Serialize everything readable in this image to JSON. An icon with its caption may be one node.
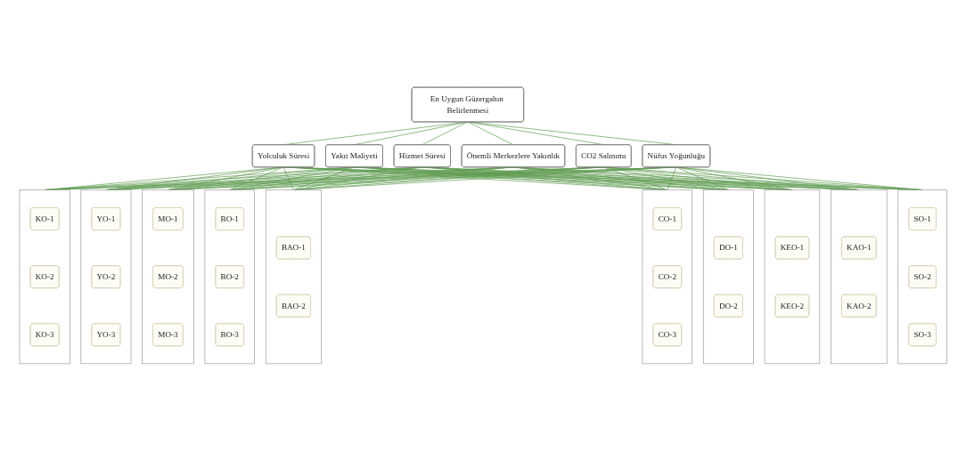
{
  "diagram": {
    "nodes": [
      {
        "text": [
          "En Uygun Güzergahın Belirlenmesi"
        ]
      },
      {
        "text": [
          "Yolculuk Süresi"
        ]
      },
      {
        "text": [
          "Yakıt Maliyeti"
        ]
      },
      {
        "text": [
          "Hizmet Süresi"
        ]
      },
      {
        "text": [
          "Önemli Merkezlere Yakınlık"
        ]
      },
      {
        "text": [
          "CO2 Salınımı"
        ]
      },
      {
        "text": [
          "Nüfus Yoğunluğu"
        ]
      },
      {
        "text": [],
        "shape": "box"
      },
      {
        "text": [
          "KO-1"
        ],
        "in": 7
      },
      {
        "text": [
          "KO-2"
        ],
        "in": 7
      },
      {
        "text": [
          "KO-3"
        ],
        "in": 7
      },
      {
        "text": [],
        "shape": "box"
      },
      {
        "text": [
          "YO-1"
        ],
        "in": 11
      },
      {
        "text": [
          "YO-2"
        ],
        "in": 11
      },
      {
        "text": [
          "YO-3"
        ],
        "in": 11
      },
      {
        "text": [],
        "shape": "box"
      },
      {
        "text": [
          "MO-1"
        ],
        "in": 15
      },
      {
        "text": [
          "MO-2"
        ],
        "in": 15
      },
      {
        "text": [
          "MO-3"
        ],
        "in": 15
      },
      {
        "text": [],
        "shape": "box"
      },
      {
        "text": [
          "BO-1"
        ],
        "in": 19
      },
      {
        "text": [
          "BO-2"
        ],
        "in": 19
      },
      {
        "text": [
          "BO-3"
        ],
        "in": 19
      },
      {
        "text": [],
        "shape": "box"
      },
      {
        "text": [
          "BAO-1"
        ],
        "in": 23
      },
      {
        "text": [
          "BAO-2"
        ],
        "in": 23
      },
      {
        "text": [],
        "shape": "box"
      },
      {
        "text": [
          "CO-1"
        ],
        "in": 26
      },
      {
        "text": [
          "CO-2"
        ],
        "in": 26
      },
      {
        "text": [
          "CO-3"
        ],
        "in": 26
      },
      {
        "text": [],
        "shape": "box"
      },
      {
        "text": [
          "DO-1"
        ],
        "in": 30
      },
      {
        "text": [
          "DO-2"
        ],
        "in": 30
      },
      {
        "text": [],
        "shape": "box"
      },
      {
        "text": [
          "KEO-1"
        ],
        "in": 33
      },
      {
        "text": [
          "KEO-2"
        ],
        "in": 33
      },
      {
        "text": [],
        "shape": "box"
      },
      {
        "text": [
          "KAO-1"
        ],
        "in": 36
      },
      {
        "text": [
          "KAO-2"
        ],
        "in": 36
      },
      {
        "text": [],
        "shape": "box"
      },
      {
        "text": [
          "SO-1"
        ],
        "in": 39
      },
      {
        "text": [
          "SO-2"
        ],
        "in": 39
      },
      {
        "text": [
          "SO-3"
        ],
        "in": 39
      }
    ],
    "edges": [
      {
        "from": 0,
        "to": 1,
        "arrow": "none"
      },
      {
        "from": 0,
        "to": 2,
        "arrow": "none"
      },
      {
        "from": 0,
        "to": 3,
        "arrow": "none"
      },
      {
        "from": 0,
        "to": 4,
        "arrow": "none"
      },
      {
        "from": 0,
        "to": 5,
        "arrow": "none"
      },
      {
        "from": 0,
        "to": 6,
        "arrow": "none"
      },
      {
        "from": 1,
        "to": 7,
        "arrow": "none"
      },
      {
        "from": 1,
        "to": 11,
        "arrow": "none"
      },
      {
        "from": 1,
        "to": 15,
        "arrow": "none"
      },
      {
        "from": 1,
        "to": 19,
        "arrow": "none"
      },
      {
        "from": 1,
        "to": 23,
        "arrow": "none"
      },
      {
        "from": 1,
        "to": 26,
        "arrow": "none"
      },
      {
        "from": 1,
        "to": 30,
        "arrow": "none"
      },
      {
        "from": 1,
        "to": 33,
        "arrow": "none"
      },
      {
        "from": 1,
        "to": 36,
        "arrow": "none"
      },
      {
        "from": 1,
        "to": 39,
        "arrow": "none"
      },
      {
        "from": 2,
        "to": 7,
        "arrow": "none"
      },
      {
        "from": 2,
        "to": 11,
        "arrow": "none"
      },
      {
        "from": 2,
        "to": 15,
        "arrow": "none"
      },
      {
        "from": 2,
        "to": 19,
        "arrow": "none"
      },
      {
        "from": 2,
        "to": 23,
        "arrow": "none"
      },
      {
        "from": 2,
        "to": 26,
        "arrow": "none"
      },
      {
        "from": 2,
        "to": 30,
        "arrow": "none"
      },
      {
        "from": 2,
        "to": 33,
        "arrow": "none"
      },
      {
        "from": 2,
        "to": 36,
        "arrow": "none"
      },
      {
        "from": 2,
        "to": 39,
        "arrow": "none"
      },
      {
        "from": 3,
        "to": 7,
        "arrow": "none"
      },
      {
        "from": 3,
        "to": 11,
        "arrow": "none"
      },
      {
        "from": 3,
        "to": 15,
        "arrow": "none"
      },
      {
        "from": 3,
        "to": 19,
        "arrow": "none"
      },
      {
        "from": 3,
        "to": 23,
        "arrow": "none"
      },
      {
        "from": 3,
        "to": 26,
        "arrow": "none"
      },
      {
        "from": 3,
        "to": 30,
        "arrow": "none"
      },
      {
        "from": 3,
        "to": 33,
        "arrow": "none"
      },
      {
        "from": 3,
        "to": 36,
        "arrow": "none"
      },
      {
        "from": 3,
        "to": 39,
        "arrow": "none"
      },
      {
        "from": 4,
        "to": 7,
        "arrow": "none"
      },
      {
        "from": 4,
        "to": 11,
        "arrow": "none"
      },
      {
        "from": 4,
        "to": 15,
        "arrow": "none"
      },
      {
        "from": 4,
        "to": 19,
        "arrow": "none"
      },
      {
        "from": 4,
        "to": 23,
        "arrow": "none"
      },
      {
        "from": 4,
        "to": 26,
        "arrow": "none"
      },
      {
        "from": 4,
        "to": 30,
        "arrow": "none"
      },
      {
        "from": 4,
        "to": 33,
        "arrow": "none"
      },
      {
        "from": 4,
        "to": 36,
        "arrow": "none"
      },
      {
        "from": 4,
        "to": 39,
        "arrow": "none"
      },
      {
        "from": 5,
        "to": 7,
        "arrow": "none"
      },
      {
        "from": 5,
        "to": 11,
        "arrow": "none"
      },
      {
        "from": 5,
        "to": 15,
        "arrow": "none"
      },
      {
        "from": 5,
        "to": 19,
        "arrow": "none"
      },
      {
        "from": 5,
        "to": 23,
        "arrow": "none"
      },
      {
        "from": 5,
        "to": 26,
        "arrow": "none"
      },
      {
        "from": 5,
        "to": 30,
        "arrow": "none"
      },
      {
        "from": 5,
        "to": 33,
        "arrow": "none"
      },
      {
        "from": 5,
        "to": 36,
        "arrow": "none"
      },
      {
        "from": 5,
        "to": 39,
        "arrow": "none"
      },
      {
        "from": 6,
        "to": 7,
        "arrow": "none"
      },
      {
        "from": 6,
        "to": 11,
        "arrow": "none"
      },
      {
        "from": 6,
        "to": 15,
        "arrow": "none"
      },
      {
        "from": 6,
        "to": 19,
        "arrow": "none"
      },
      {
        "from": 6,
        "to": 23,
        "arrow": "none"
      },
      {
        "from": 6,
        "to": 26,
        "arrow": "none"
      },
      {
        "from": 6,
        "to": 30,
        "arrow": "none"
      },
      {
        "from": 6,
        "to": 33,
        "arrow": "none"
      },
      {
        "from": 6,
        "to": 36,
        "arrow": "none"
      },
      {
        "from": 6,
        "to": 39,
        "arrow": "none"
      }
    ]
  }
}
